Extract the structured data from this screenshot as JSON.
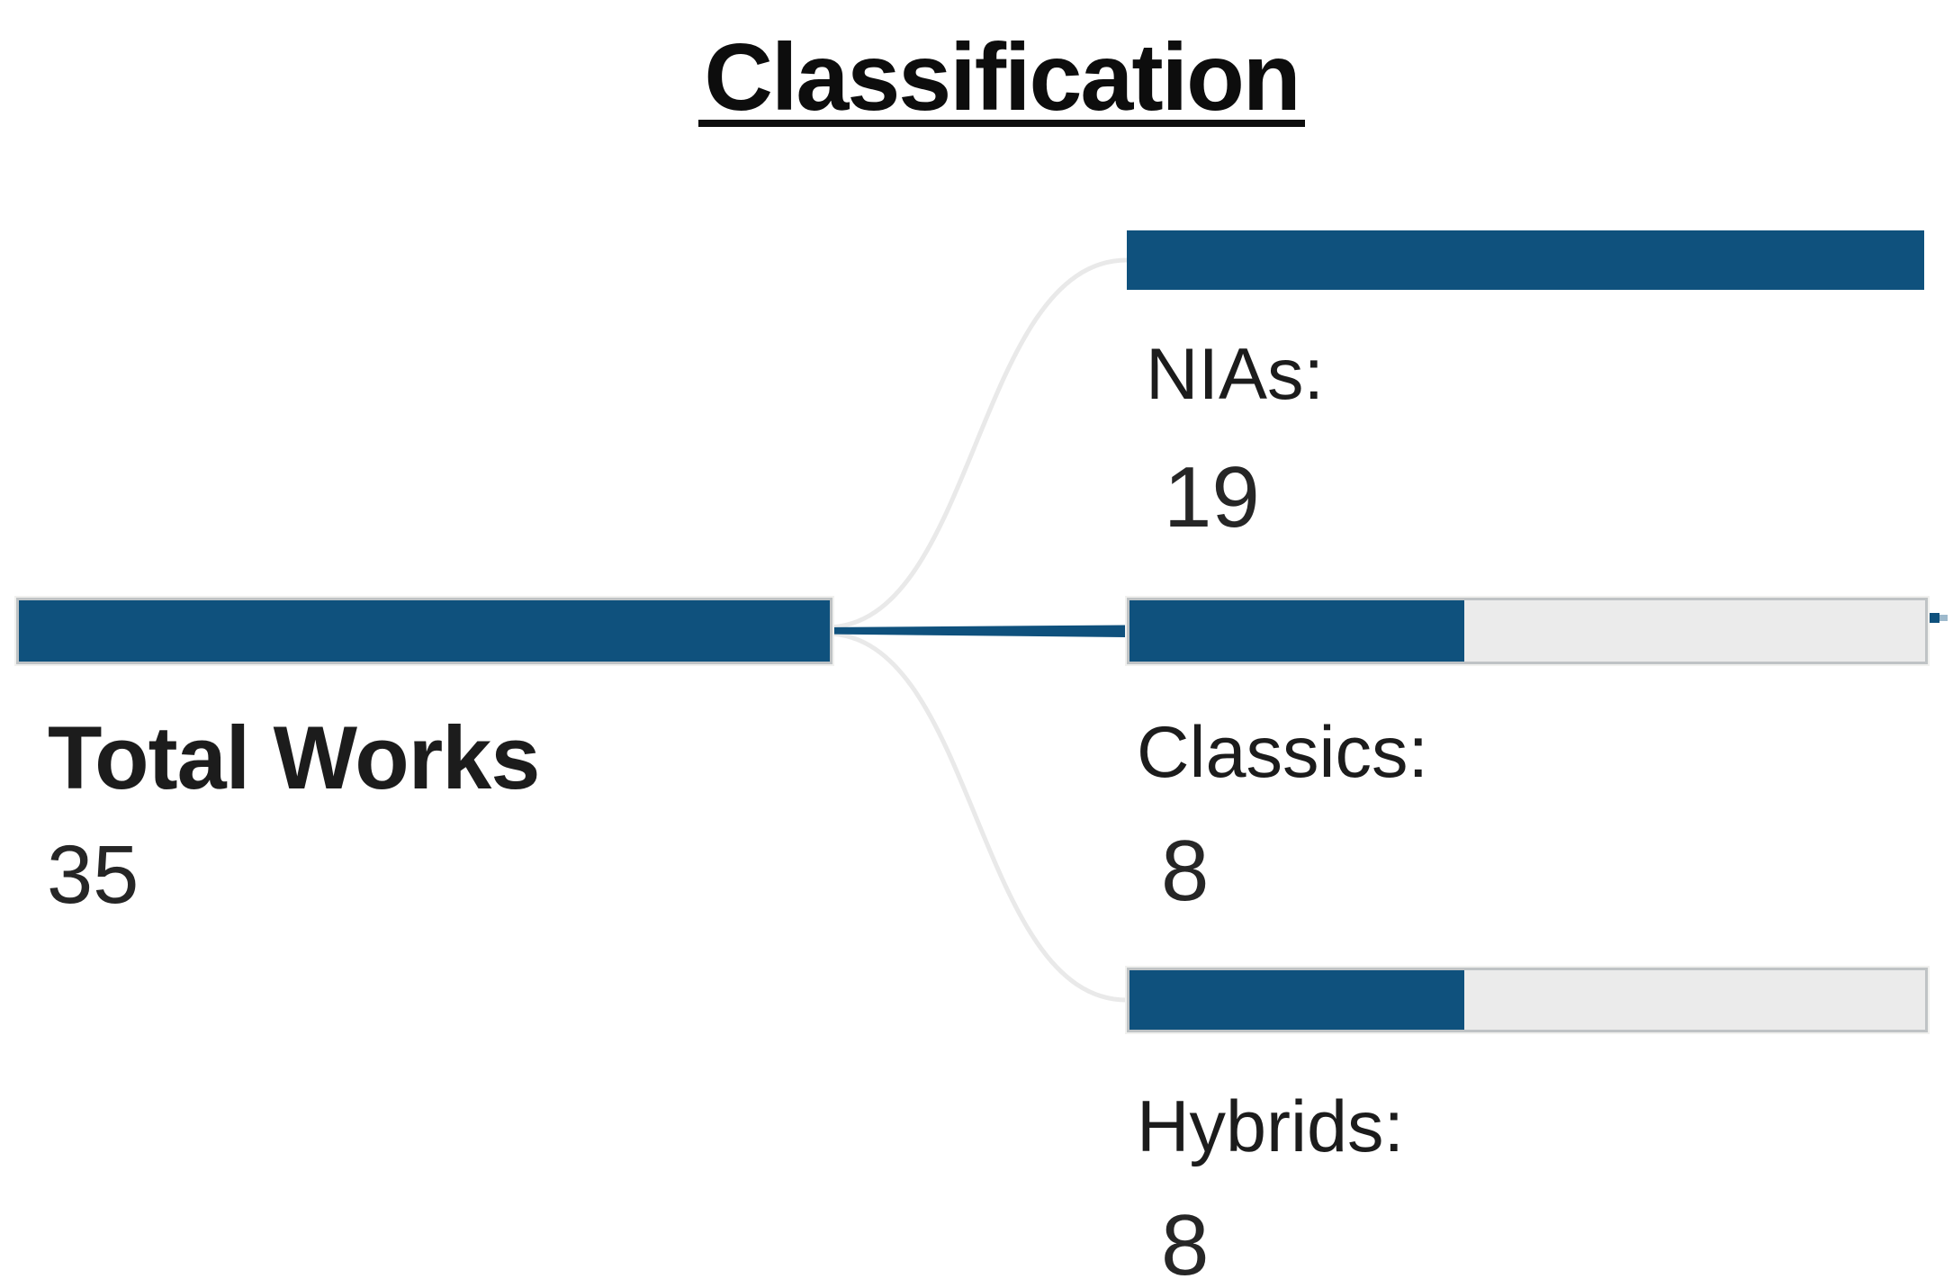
{
  "title": {
    "text": "Classification"
  },
  "root_node": {
    "label": "Total Works",
    "value": "35"
  },
  "child_nodes": [
    {
      "label": "NIAs:",
      "value": "19"
    },
    {
      "label": "Classics:",
      "value": "8"
    },
    {
      "label": "Hybrids:",
      "value": "8"
    }
  ],
  "colors": {
    "accent": "#0f517d",
    "track": "#ebebeb",
    "bar_border": "#bfc3c5",
    "connector": "#e9e9e9",
    "text": "#1c1c1c",
    "background": "#ffffff"
  },
  "chart_data": {
    "type": "bar",
    "subtype": "decomposition-tree",
    "title": "Classification",
    "orientation": "horizontal",
    "root": {
      "label": "Total Works",
      "value": 35
    },
    "categories": [
      "NIAs",
      "Classics",
      "Hybrids"
    ],
    "values": [
      19,
      8,
      8
    ],
    "bar_scale_max": 19,
    "legend": false,
    "notes": "Root node bar fully filled; child bars filled proportionally to max child value (19). Selected connector path highlighted to Classics row."
  }
}
